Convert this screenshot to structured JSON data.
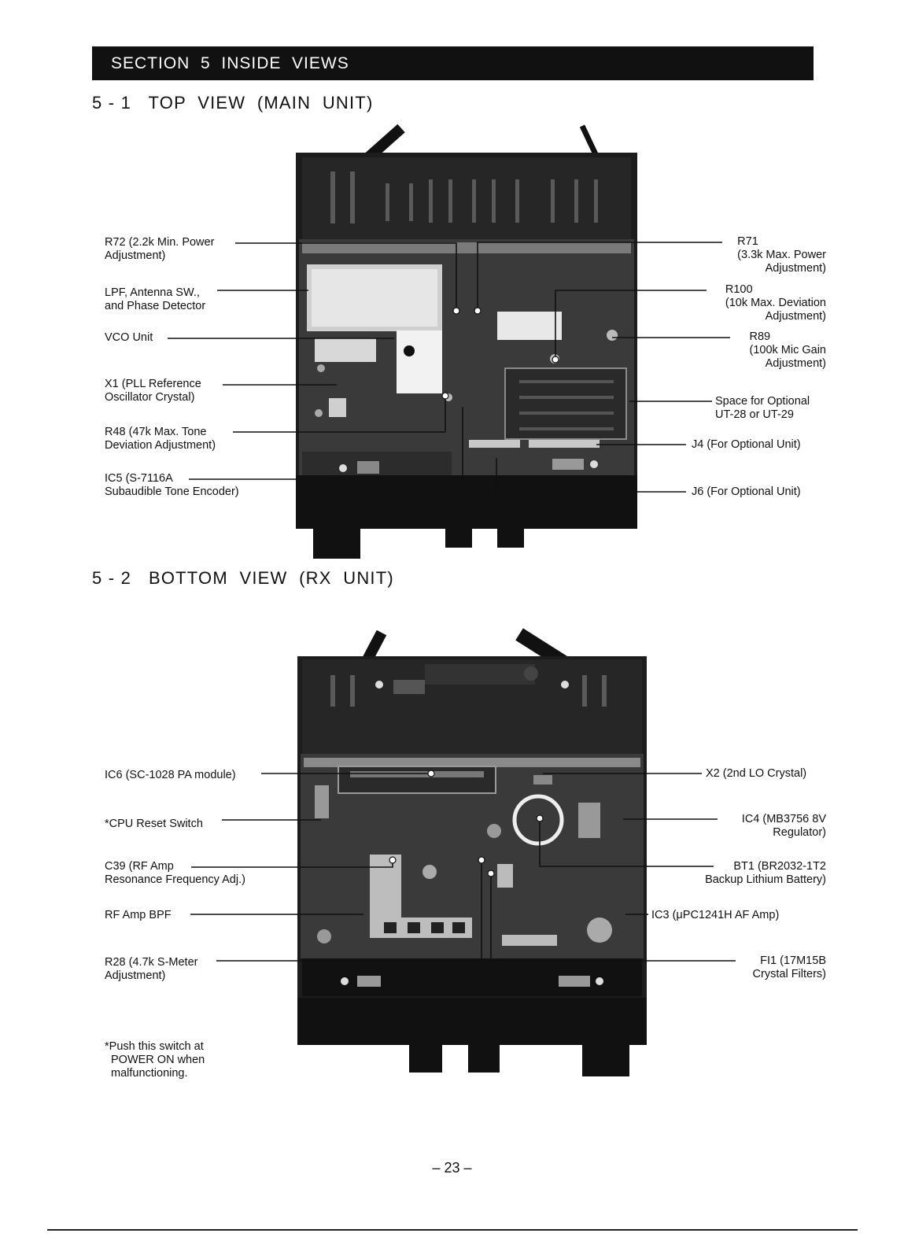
{
  "section_header": "SECTION  5  INSIDE  VIEWS",
  "top_view": {
    "title": "5 - 1   TOP  VIEW  (MAIN  UNIT)",
    "left_labels": [
      {
        "id": "r72",
        "lines": [
          "R72 (2.2k Min. Power",
          "Adjustment)"
        ]
      },
      {
        "id": "lpf",
        "lines": [
          "LPF, Antenna SW.,",
          "and Phase Detector"
        ]
      },
      {
        "id": "vco",
        "lines": [
          "VCO  Unit"
        ]
      },
      {
        "id": "x1",
        "lines": [
          "X1 (PLL Reference",
          "Oscillator Crystal)"
        ]
      },
      {
        "id": "r48",
        "lines": [
          "R48 (47k Max. Tone",
          "Deviation Adjustment)"
        ]
      },
      {
        "id": "ic5",
        "lines": [
          "IC5 (S-7116A",
          "Subaudible Tone Encoder)"
        ]
      }
    ],
    "right_labels": [
      {
        "id": "r71",
        "lines": [
          "R71",
          "(3.3k Max. Power",
          "Adjustment)"
        ]
      },
      {
        "id": "r100",
        "lines": [
          "R100",
          "(10k Max. Deviation",
          "Adjustment)"
        ]
      },
      {
        "id": "r89",
        "lines": [
          "R89",
          "(100k Mic Gain",
          "Adjustment)"
        ]
      },
      {
        "id": "ut",
        "lines": [
          "Space for Optional",
          "UT-28 or UT-29"
        ]
      },
      {
        "id": "j4",
        "lines": [
          "J4 (For Optional Unit)"
        ]
      },
      {
        "id": "j6",
        "lines": [
          "J6 (For Optional Unit)"
        ]
      }
    ]
  },
  "bottom_view": {
    "title": "5 - 2   BOTTOM  VIEW  (RX  UNIT)",
    "left_labels": [
      {
        "id": "ic6",
        "lines": [
          "IC6 (SC-1028 PA module)"
        ]
      },
      {
        "id": "cpu",
        "lines": [
          "*CPU Reset Switch"
        ]
      },
      {
        "id": "c39",
        "lines": [
          "C39 (RF Amp",
          "Resonance Frequency Adj.)"
        ]
      },
      {
        "id": "bpf",
        "lines": [
          "RF Amp BPF"
        ]
      },
      {
        "id": "r28",
        "lines": [
          "R28 (4.7k S-Meter",
          "Adjustment)"
        ]
      }
    ],
    "right_labels": [
      {
        "id": "x2",
        "lines": [
          "X2 (2nd LO Crystal)"
        ]
      },
      {
        "id": "ic4",
        "lines": [
          "IC4 (MB3756 8V",
          "Regulator)"
        ]
      },
      {
        "id": "bt1",
        "lines": [
          "BT1 (BR2032-1T2",
          "Backup Lithium Battery)"
        ]
      },
      {
        "id": "ic3",
        "lines": [
          "IC3 (μPC1241H AF Amp)"
        ]
      },
      {
        "id": "fi1",
        "lines": [
          "FI1 (17M15B",
          "Crystal Filters)"
        ]
      }
    ],
    "note": [
      "*Push this switch at",
      "POWER ON when",
      "malfunctioning."
    ]
  },
  "page_number": "– 23 –"
}
